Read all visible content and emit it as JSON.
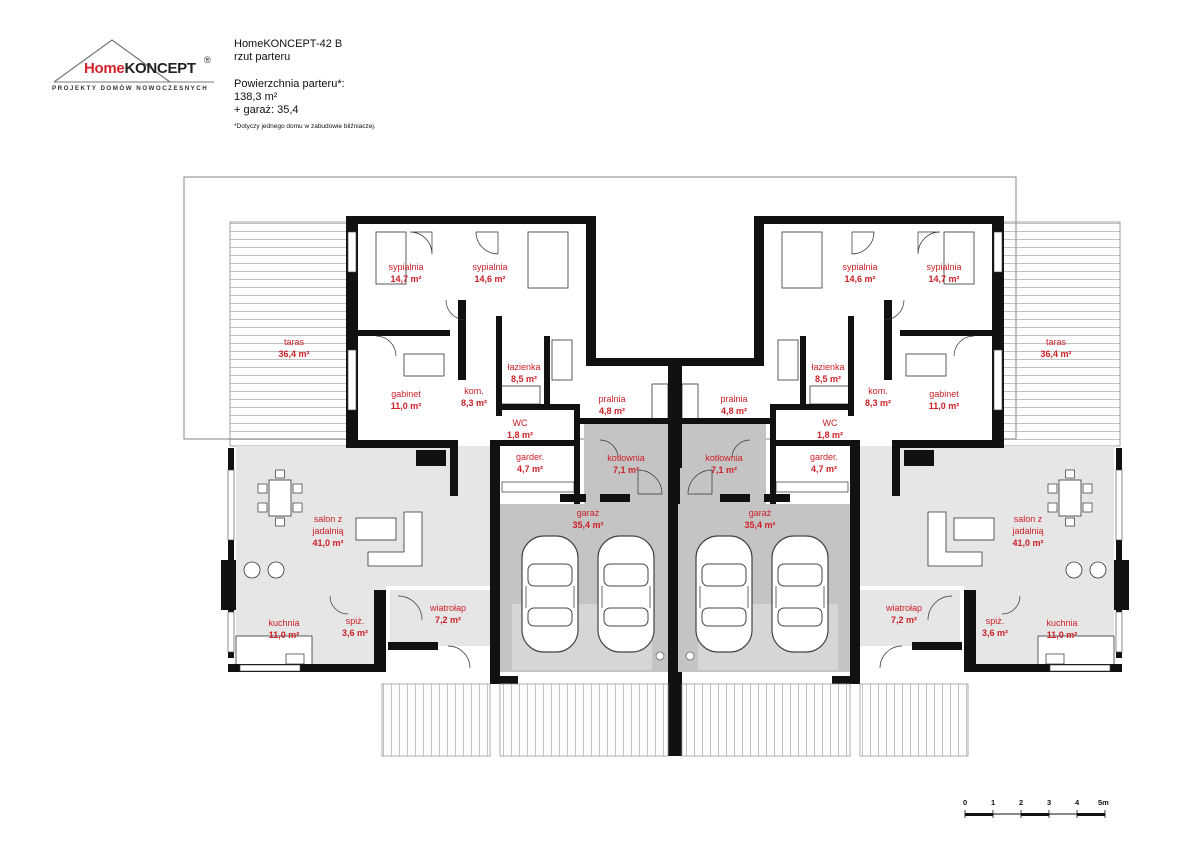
{
  "logo": {
    "brand_home": "Home",
    "brand_concept": "KONCEPT",
    "registered": "®",
    "tagline": "PROJEKTY DOMÓW NOWOCZESNYCH"
  },
  "header": {
    "project": "HomeKONCEPT-42 B",
    "view": "rzut parteru",
    "area_label": "Powierzchnia parteru*:",
    "area_value": "138,3 m²",
    "garage_value": "+ garaż: 35,4",
    "note": "*Dotyczy jednego domu w zabudowie bliźniaczej."
  },
  "rooms_left": [
    {
      "name": "sypialnia",
      "area": "14,7 m²"
    },
    {
      "name": "sypialnia",
      "area": "14,6 m²"
    },
    {
      "name": "taras",
      "area": "36,4 m²"
    },
    {
      "name": "łazienka",
      "area": "8,5 m²"
    },
    {
      "name": "gabinet",
      "area": "11,0 m²"
    },
    {
      "name": "kom.",
      "area": "8,3 m²"
    },
    {
      "name": "pralnia",
      "area": "4,8 m²"
    },
    {
      "name": "WC",
      "area": "1,8 m²"
    },
    {
      "name": "garder.",
      "area": "4,7 m²"
    },
    {
      "name": "kotłownia",
      "area": "7,1 m²"
    },
    {
      "name": "salon z",
      "name2": "jadalnią",
      "area": "41,0 m²"
    },
    {
      "name": "garaż",
      "area": "35,4 m²"
    },
    {
      "name": "wiatrołap",
      "area": "7,2 m²"
    },
    {
      "name": "kuchnia",
      "area": "11,0 m²"
    },
    {
      "name": "spiż.",
      "area": "3,6 m²"
    }
  ],
  "rooms_right": [
    {
      "name": "sypialnia",
      "area": "14,6 m²"
    },
    {
      "name": "sypialnia",
      "area": "14,7 m²"
    },
    {
      "name": "taras",
      "area": "36,4 m²"
    },
    {
      "name": "łazienka",
      "area": "8,5 m²"
    },
    {
      "name": "kom.",
      "area": "8,3 m²"
    },
    {
      "name": "gabinet",
      "area": "11,0 m²"
    },
    {
      "name": "pralnia",
      "area": "4,8 m²"
    },
    {
      "name": "WC",
      "area": "1,8 m²"
    },
    {
      "name": "kotłownia",
      "area": "7,1 m²"
    },
    {
      "name": "garder.",
      "area": "4,7 m²"
    },
    {
      "name": "salon z",
      "name2": "jadalnią",
      "area": "41,0 m²"
    },
    {
      "name": "garaż",
      "area": "35,4 m²"
    },
    {
      "name": "wiatrołap",
      "area": "7,2 m²"
    },
    {
      "name": "spiż.",
      "area": "3,6 m²"
    },
    {
      "name": "kuchnia",
      "area": "11,0 m²"
    }
  ],
  "scale": {
    "ticks": [
      "0",
      "1",
      "2",
      "3",
      "4",
      "5m"
    ]
  },
  "colors": {
    "label": "#cc1f26",
    "wall": "#111111",
    "floor": "#e6e6e6",
    "garage": "#c4c4c4"
  }
}
